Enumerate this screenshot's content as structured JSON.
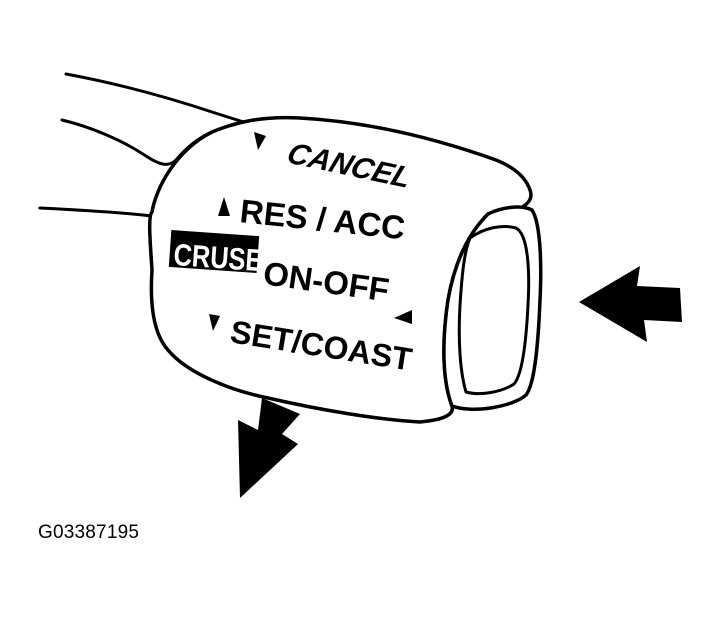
{
  "labels": {
    "cancel": "CANCEL",
    "res_acc": "RES / ACC",
    "cruise": "CRUSE",
    "on_off": "ON-OFF",
    "set_coast": "SET/COAST"
  },
  "figure_id": "G03387195",
  "colors": {
    "ink": "#000000",
    "paper": "#ffffff"
  }
}
